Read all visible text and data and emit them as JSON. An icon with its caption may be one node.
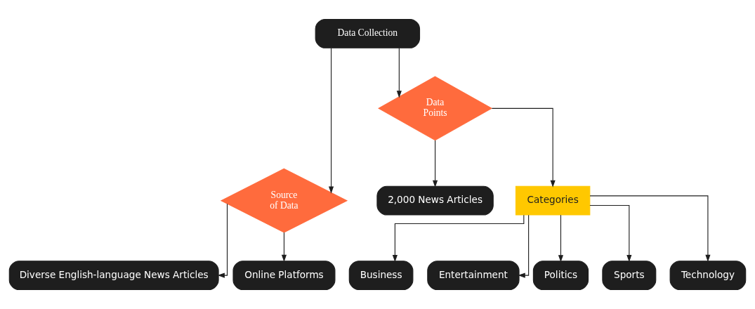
{
  "diagram": {
    "nodes": [
      {
        "text": [
          "Data Collection"
        ]
      },
      {
        "text": [
          "Source of Data"
        ]
      },
      {
        "text": [
          "Data Points"
        ]
      },
      {
        "text": [
          "Diverse English-language News Articles"
        ]
      },
      {
        "text": [
          "Online Platforms"
        ]
      },
      {
        "text": [
          "2,000 News Articles"
        ]
      },
      {
        "text": [
          "Categories"
        ]
      },
      {
        "text": [
          "Business"
        ]
      },
      {
        "text": [
          "Entertainment"
        ]
      },
      {
        "text": [
          "Politics"
        ]
      },
      {
        "text": [
          "Sports"
        ]
      },
      {
        "text": [
          "Technology"
        ]
      }
    ],
    "edges": [
      {
        "from": 0,
        "to": 1,
        "arrow": "to"
      },
      {
        "from": 0,
        "to": 2,
        "arrow": "to"
      },
      {
        "from": 1,
        "to": 3,
        "arrow": "to"
      },
      {
        "from": 1,
        "to": 4,
        "arrow": "to"
      },
      {
        "from": 2,
        "to": 5,
        "arrow": "to"
      },
      {
        "from": 2,
        "to": 6,
        "arrow": "to"
      },
      {
        "from": 6,
        "to": 7,
        "arrow": "to"
      },
      {
        "from": 6,
        "to": 8,
        "arrow": "to"
      },
      {
        "from": 6,
        "to": 9,
        "arrow": "to"
      },
      {
        "from": 6,
        "to": 10,
        "arrow": "to"
      },
      {
        "from": 6,
        "to": 11,
        "arrow": "to"
      }
    ]
  }
}
